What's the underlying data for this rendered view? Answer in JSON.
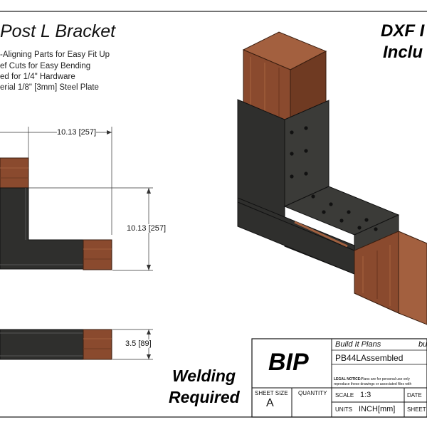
{
  "drawing": {
    "title": "Post L Bracket",
    "features": [
      "-Aligning Parts for Easy Fit Up",
      "ef Cuts for Easy Bending",
      "ed for 1/4\" Hardware",
      "erial 1/8\" [3mm] Steel Plate"
    ],
    "promo_line1": "DXF I",
    "promo_line2": "Inclu",
    "welding_line1": "Welding",
    "welding_line2": "Required",
    "dimensions": {
      "width": "10.13 [257]",
      "height": "10.13 [257]",
      "thickness": "3.5 [89]"
    }
  },
  "title_block": {
    "logo": "BIP",
    "company": "Build It Plans",
    "company_suffix": "bu",
    "part_name": "PB44LAssembled",
    "legal_label": "LEGAL NOTICE:",
    "legal_text_1": "Plans are for personal use only",
    "legal_text_2": "reproduce these drawings or associated files with",
    "sheet_size_label": "SHEET SIZE",
    "sheet_size_value": "A",
    "quantity_label": "QUANTITY",
    "scale_label": "SCALE",
    "scale_value": "1:3",
    "date_label": "DATE",
    "units_label": "UNITS",
    "units_value": "INCH[mm]",
    "sheet_label": "SHEET"
  },
  "colors": {
    "wood": "#8a4a2e",
    "wood_top": "#a3603f",
    "steel": "#2f2f2d",
    "steel_light": "#3b3b38"
  }
}
